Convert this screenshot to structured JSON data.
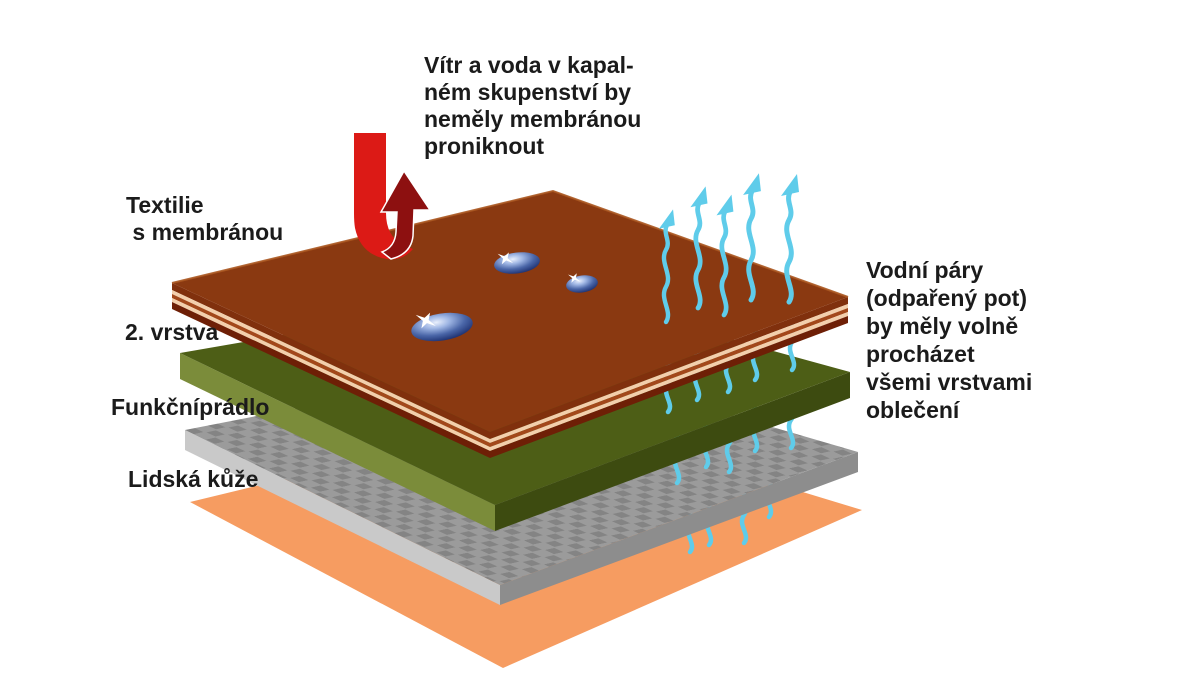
{
  "diagram": {
    "annotations": {
      "wind_note": "Vítr a voda v kapal-\nném skupenství by\nneměly membránou\nproniknout",
      "vapor_note": "Vodní páry\n(odpařený pot)\nby měly volně\nprocházet\nvšemi vrstvami\noblečení"
    },
    "layers": [
      {
        "id": "textile-with-membrane",
        "label": "Textilie\n s membránou",
        "colors": {
          "top": "#8a3911",
          "side_top": "#80300d",
          "stripe": "#f3cfac",
          "stripe_mid": "#a3481b",
          "dark_edge": "#6e1f06",
          "edge_highlight": "#aa5620"
        }
      },
      {
        "id": "second-layer",
        "label": "2. vrstva",
        "colors": {
          "top": "#4d5e16",
          "left": "#7b8c3a",
          "right": "#3d4b10"
        }
      },
      {
        "id": "functional-underwear",
        "label": "Funkčníprádlo",
        "colors": {
          "top": "#9b9b9b",
          "left": "#c9c9c9",
          "right": "#8d8d8d"
        }
      },
      {
        "id": "human-skin",
        "label": "Lidská kůže",
        "colors": {
          "fill": "#f69c61"
        }
      }
    ],
    "wind_arrow": {
      "bright": "#dc1a16",
      "dark": "#8d1010"
    },
    "vapor": {
      "color": "#5fccea"
    },
    "droplets": {
      "core": "#16265c",
      "mid": "#4a66a8",
      "light": "#9fb6e4",
      "highlight": "#e9effc",
      "sparkle": "#ffffff"
    }
  }
}
